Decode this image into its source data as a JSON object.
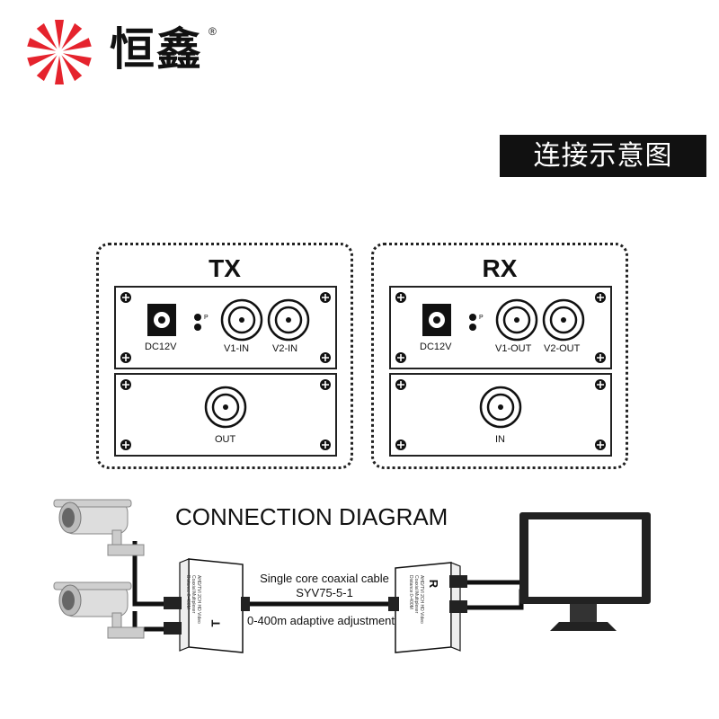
{
  "brand": {
    "name": "恒鑫",
    "registered": "®",
    "logo_color": "#e5232d"
  },
  "header": {
    "title": "连接示意图"
  },
  "tx_panel": {
    "title": "TX",
    "power_label": "DC12V",
    "led_label": "P",
    "input1_label": "V1-IN",
    "input2_label": "V2-IN",
    "output_label": "OUT"
  },
  "rx_panel": {
    "title": "RX",
    "power_label": "DC12V",
    "led_label": "P",
    "output1_label": "V1-OUT",
    "output2_label": "V2-OUT",
    "input_label": "IN"
  },
  "diagram": {
    "title": "CONNECTION DIAGRAM",
    "cable_line1": "Single core coaxial cable",
    "cable_line2": "SYV75-5-1",
    "cable_line3": "0-400m adaptive adjustment",
    "tx_box_letter": "T",
    "rx_box_letter": "R",
    "box_text1": "AHD/TVI 2CH HD Video",
    "box_text2": "Coaxial Multiplexer",
    "box_text3": "Distance:0-400M"
  }
}
